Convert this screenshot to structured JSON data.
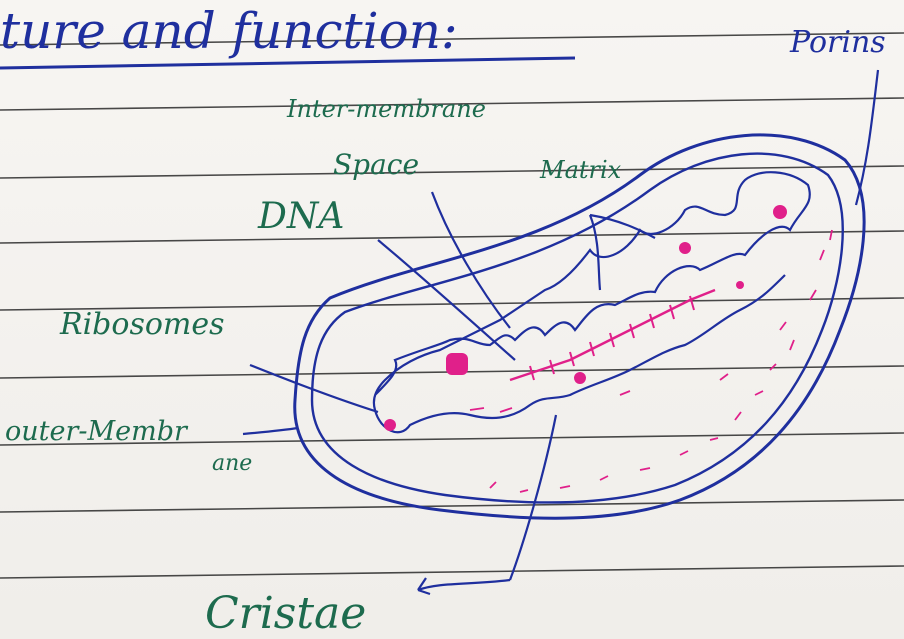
{
  "heading": {
    "text": "ture and function:",
    "color": "#1f2f9e"
  },
  "labels": {
    "porins": "Porins",
    "inter_membrane": "Inter-membrane",
    "space": "Space",
    "matrix": "Matrix",
    "dna": "DNA",
    "ribosomes": "Ribosomes",
    "outer_membrane_1": "outer-Membr",
    "outer_membrane_2": "ane",
    "cristae": "Cristae"
  },
  "colors": {
    "blue_ink": "#1f2f9e",
    "green_ink": "#1d6b4e",
    "magenta": "#e0208a",
    "paper": "#f5f3f0",
    "rule_line": "#222222"
  }
}
